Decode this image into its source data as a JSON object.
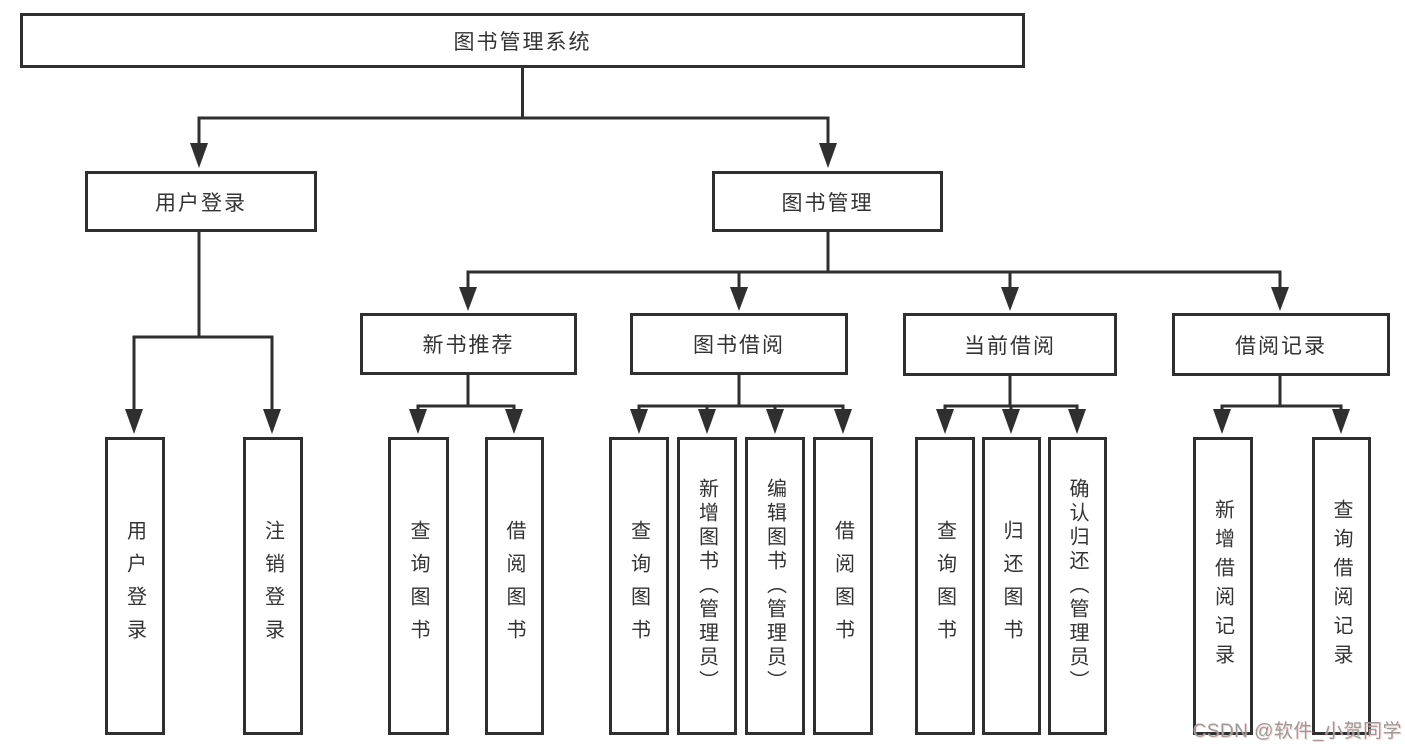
{
  "tree": {
    "label": "图书管理系统",
    "children": [
      {
        "label": "用户登录",
        "children": [
          {
            "label": "用户登录"
          },
          {
            "label": "注销登录"
          }
        ]
      },
      {
        "label": "图书管理",
        "children": [
          {
            "label": "新书推荐",
            "children": [
              {
                "label": "查询图书"
              },
              {
                "label": "借阅图书"
              }
            ]
          },
          {
            "label": "图书借阅",
            "children": [
              {
                "label": "查询图书"
              },
              {
                "label": "新增图书（管理员）"
              },
              {
                "label": "编辑图书（管理员）"
              },
              {
                "label": "借阅图书"
              }
            ]
          },
          {
            "label": "当前借阅",
            "children": [
              {
                "label": "查询图书"
              },
              {
                "label": "归还图书"
              },
              {
                "label": "确认归还（管理员）"
              }
            ]
          },
          {
            "label": "借阅记录",
            "children": [
              {
                "label": "新增借阅记录"
              },
              {
                "label": "查询借阅记录"
              }
            ]
          }
        ]
      }
    ]
  },
  "watermark": {
    "text": "CSDN @软件_小贺同学"
  },
  "colors": {
    "line": "#2f2f2f",
    "text": "#333333",
    "background": "#ffffff",
    "watermark": "#9b9b9b"
  }
}
